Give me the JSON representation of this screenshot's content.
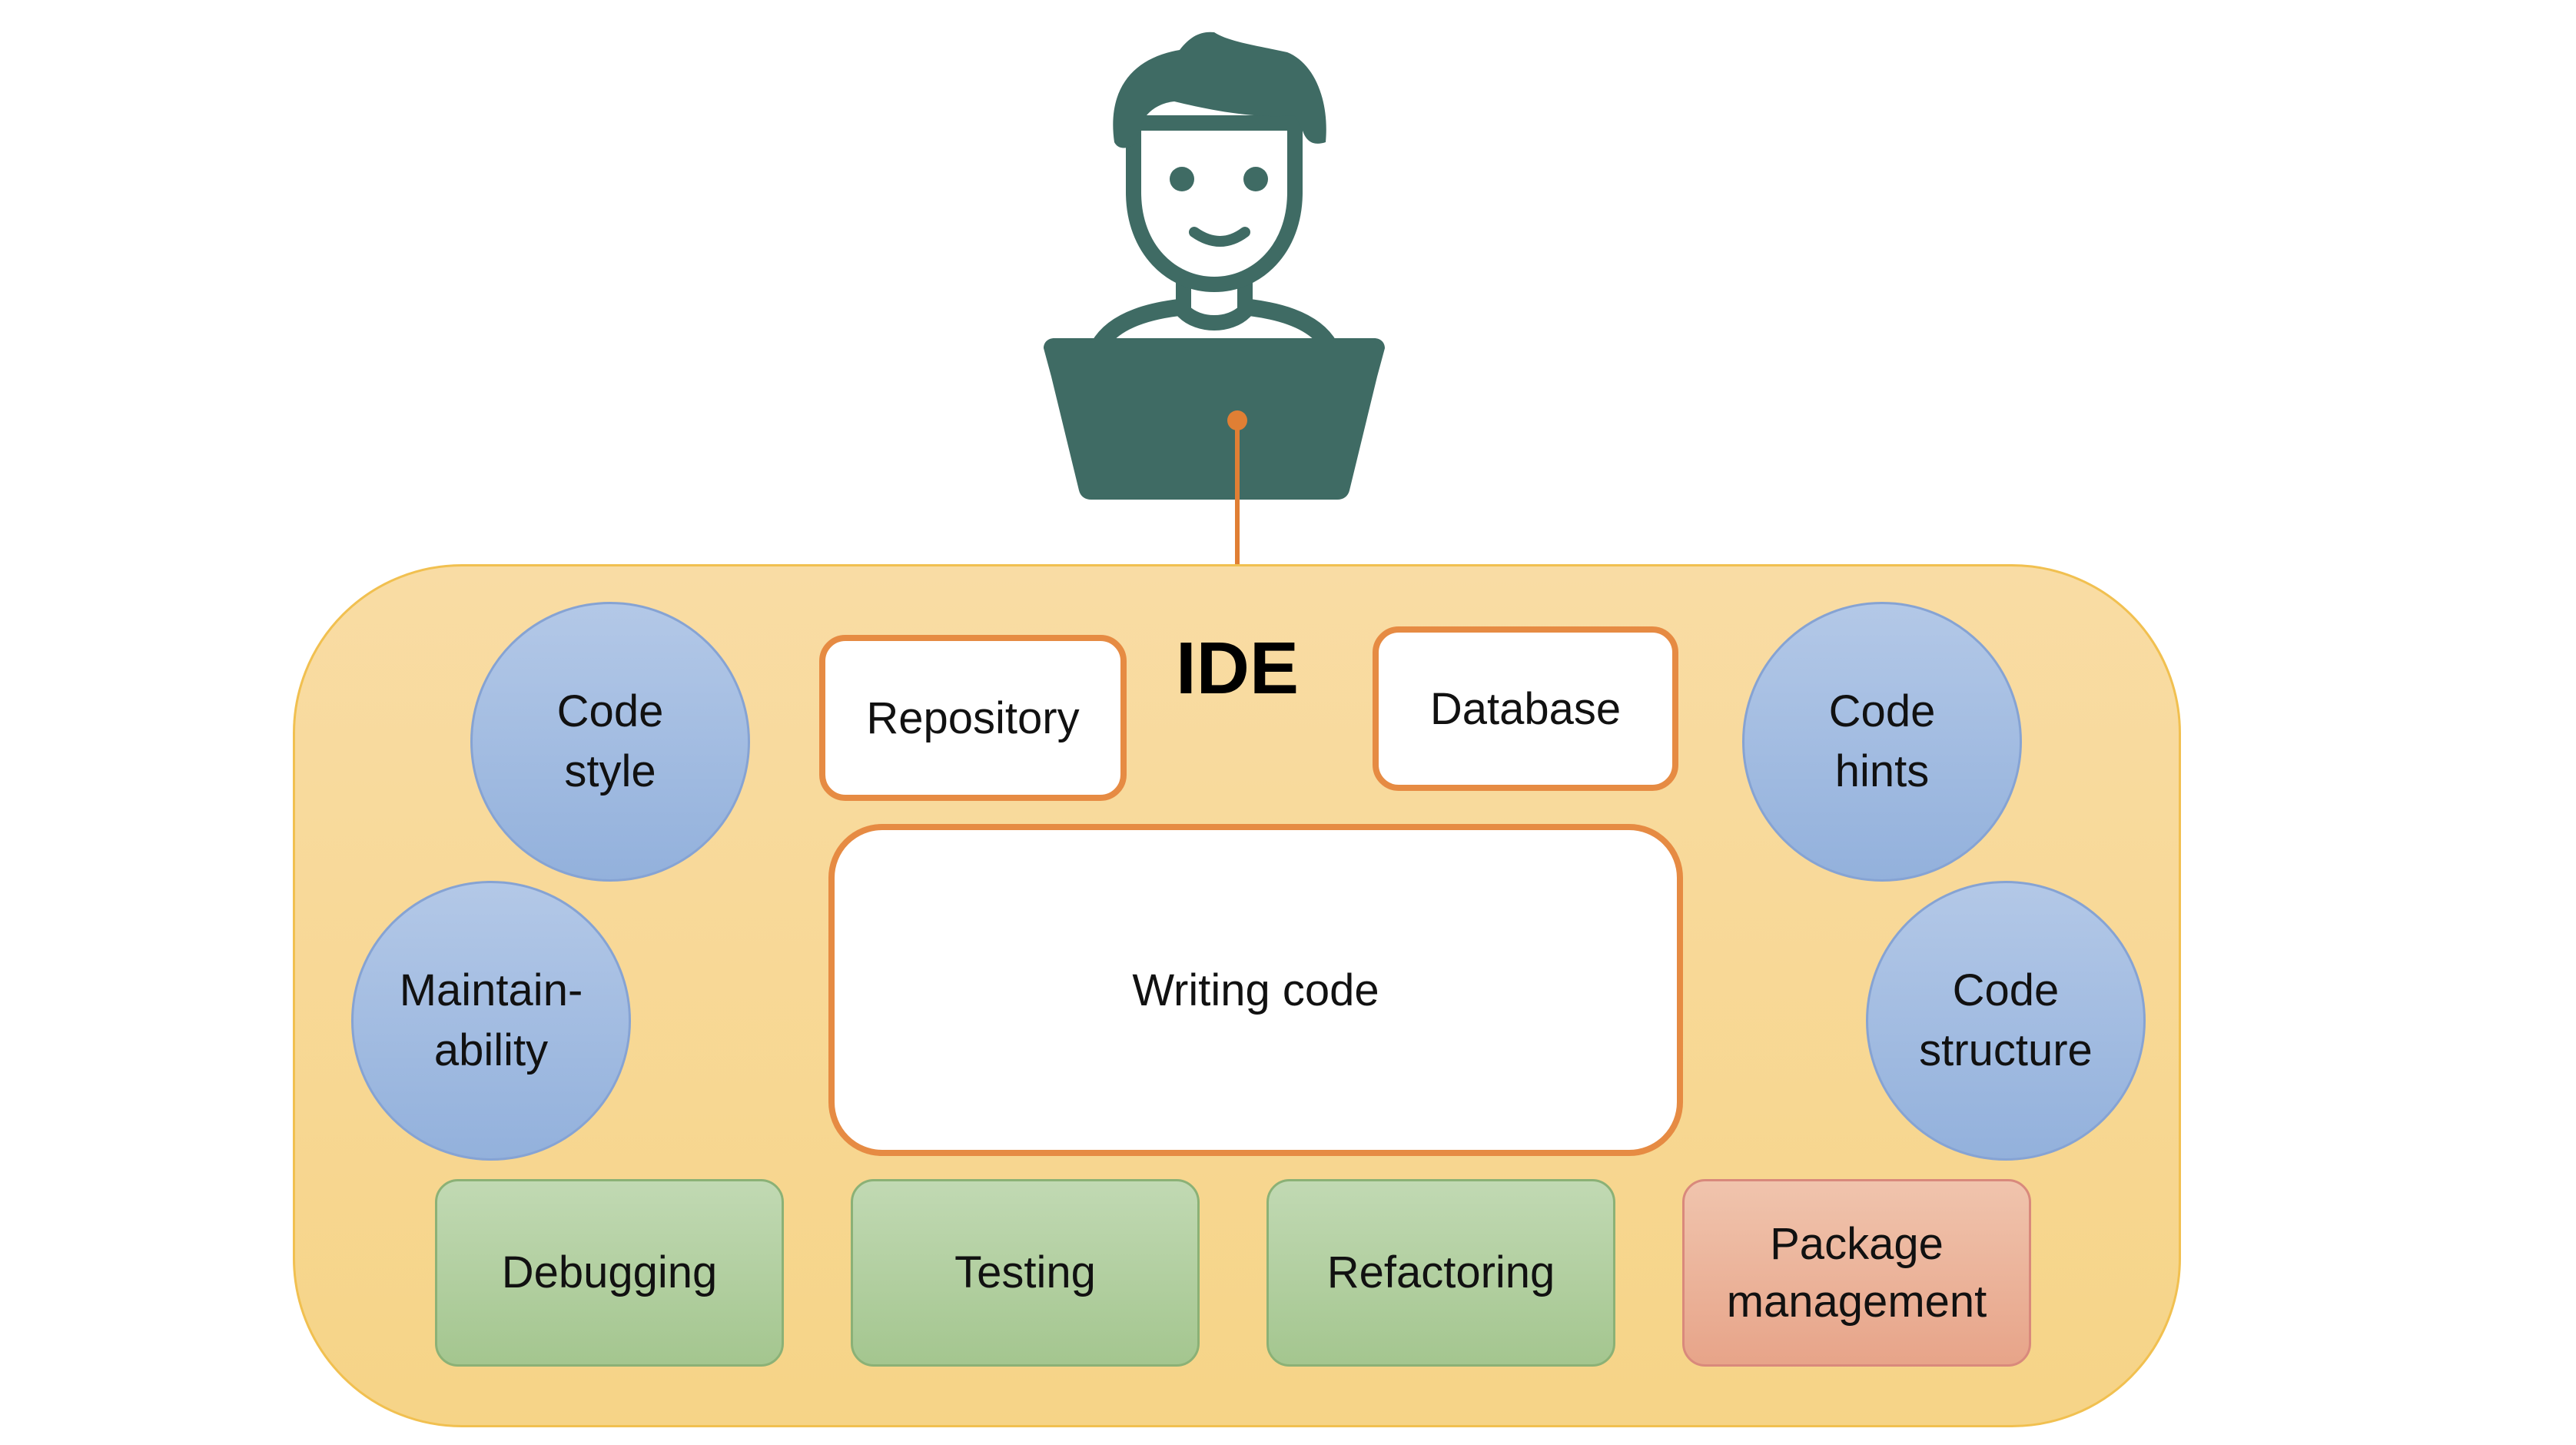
{
  "title": "IDE",
  "center_box": {
    "label": "Writing code"
  },
  "top_boxes": [
    {
      "label": "Repository"
    },
    {
      "label": "Database"
    }
  ],
  "circles": [
    {
      "line1": "Code",
      "line2": "style"
    },
    {
      "line1": "Maintain-",
      "line2": "ability"
    },
    {
      "line1": "Code",
      "line2": "hints"
    },
    {
      "line1": "Code",
      "line2": "structure"
    }
  ],
  "bottom_boxes": [
    {
      "line1": "Debugging",
      "line2": ""
    },
    {
      "line1": "Testing",
      "line2": ""
    },
    {
      "line1": "Refactoring",
      "line2": ""
    },
    {
      "line1": "Package",
      "line2": "management"
    }
  ],
  "colors": {
    "ide_fill": "#f7d690",
    "circle_fill": "#a3bde2",
    "green_fill": "#b2cfa0",
    "package_fill": "#eab49b",
    "box_border": "#e68b43",
    "person": "#3f6b64"
  },
  "icons": [
    "developer-laptop-icon"
  ]
}
